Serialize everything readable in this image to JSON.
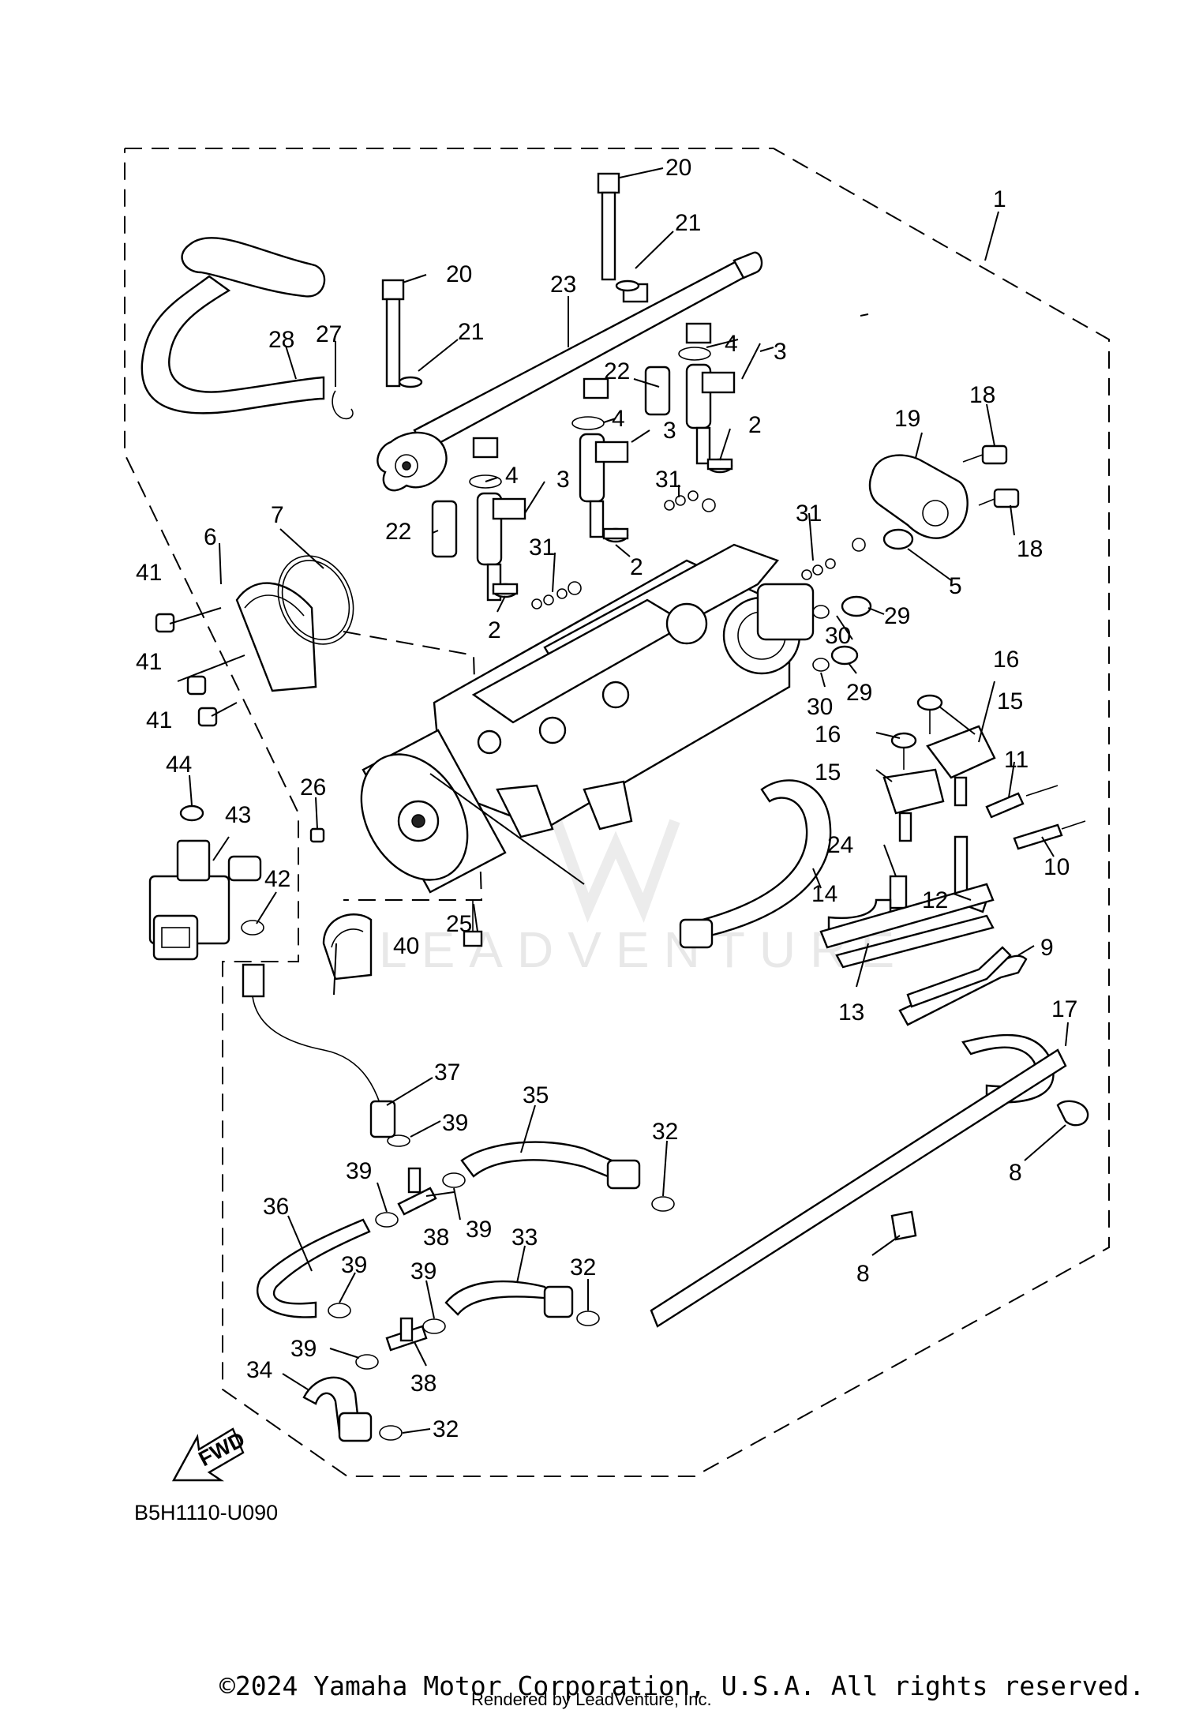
{
  "diagram": {
    "part_labels": [
      {
        "id": "p1",
        "text": "1"
      },
      {
        "id": "p2a",
        "text": "2"
      },
      {
        "id": "p2b",
        "text": "2"
      },
      {
        "id": "p2c",
        "text": "2"
      },
      {
        "id": "p3a",
        "text": "3"
      },
      {
        "id": "p3b",
        "text": "3"
      },
      {
        "id": "p3c",
        "text": "3"
      },
      {
        "id": "p4a",
        "text": "4"
      },
      {
        "id": "p4b",
        "text": "4"
      },
      {
        "id": "p4c",
        "text": "4"
      },
      {
        "id": "p5",
        "text": "5"
      },
      {
        "id": "p6",
        "text": "6"
      },
      {
        "id": "p7",
        "text": "7"
      },
      {
        "id": "p8a",
        "text": "8"
      },
      {
        "id": "p8b",
        "text": "8"
      },
      {
        "id": "p9",
        "text": "9"
      },
      {
        "id": "p10",
        "text": "10"
      },
      {
        "id": "p11",
        "text": "11"
      },
      {
        "id": "p12",
        "text": "12"
      },
      {
        "id": "p13",
        "text": "13"
      },
      {
        "id": "p14",
        "text": "14"
      },
      {
        "id": "p15a",
        "text": "15"
      },
      {
        "id": "p15b",
        "text": "15"
      },
      {
        "id": "p16a",
        "text": "16"
      },
      {
        "id": "p16b",
        "text": "16"
      },
      {
        "id": "p17",
        "text": "17"
      },
      {
        "id": "p18a",
        "text": "18"
      },
      {
        "id": "p18b",
        "text": "18"
      },
      {
        "id": "p19",
        "text": "19"
      },
      {
        "id": "p20a",
        "text": "20"
      },
      {
        "id": "p20b",
        "text": "20"
      },
      {
        "id": "p21a",
        "text": "21"
      },
      {
        "id": "p21b",
        "text": "21"
      },
      {
        "id": "p22a",
        "text": "22"
      },
      {
        "id": "p22b",
        "text": "22"
      },
      {
        "id": "p23",
        "text": "23"
      },
      {
        "id": "p24",
        "text": "24"
      },
      {
        "id": "p25",
        "text": "25"
      },
      {
        "id": "p26",
        "text": "26"
      },
      {
        "id": "p27",
        "text": "27"
      },
      {
        "id": "p28",
        "text": "28"
      },
      {
        "id": "p29a",
        "text": "29"
      },
      {
        "id": "p29b",
        "text": "29"
      },
      {
        "id": "p30a",
        "text": "30"
      },
      {
        "id": "p30b",
        "text": "30"
      },
      {
        "id": "p31a",
        "text": "31"
      },
      {
        "id": "p31b",
        "text": "31"
      },
      {
        "id": "p31c",
        "text": "31"
      },
      {
        "id": "p32a",
        "text": "32"
      },
      {
        "id": "p32b",
        "text": "32"
      },
      {
        "id": "p32c",
        "text": "32"
      },
      {
        "id": "p33",
        "text": "33"
      },
      {
        "id": "p34",
        "text": "34"
      },
      {
        "id": "p35",
        "text": "35"
      },
      {
        "id": "p36",
        "text": "36"
      },
      {
        "id": "p37",
        "text": "37"
      },
      {
        "id": "p38a",
        "text": "38"
      },
      {
        "id": "p38b",
        "text": "38"
      },
      {
        "id": "p39a",
        "text": "39"
      },
      {
        "id": "p39b",
        "text": "39"
      },
      {
        "id": "p39c",
        "text": "39"
      },
      {
        "id": "p39d",
        "text": "39"
      },
      {
        "id": "p39e",
        "text": "39"
      },
      {
        "id": "p39f",
        "text": "39"
      },
      {
        "id": "p40",
        "text": "40"
      },
      {
        "id": "p41a",
        "text": "41"
      },
      {
        "id": "p41b",
        "text": "41"
      },
      {
        "id": "p41c",
        "text": "41"
      },
      {
        "id": "p42",
        "text": "42"
      },
      {
        "id": "p43",
        "text": "43"
      },
      {
        "id": "p44",
        "text": "44"
      }
    ],
    "fwd_arrow_text": "FWD",
    "diagram_code": "B5H1110-U090",
    "watermark_text": "LEADVENTURE"
  },
  "footer": {
    "copyright": "©2024 Yamaha Motor Corporation, U.S.A. All rights reserved.",
    "rendered_by": "Rendered by LeadVenture, Inc."
  }
}
